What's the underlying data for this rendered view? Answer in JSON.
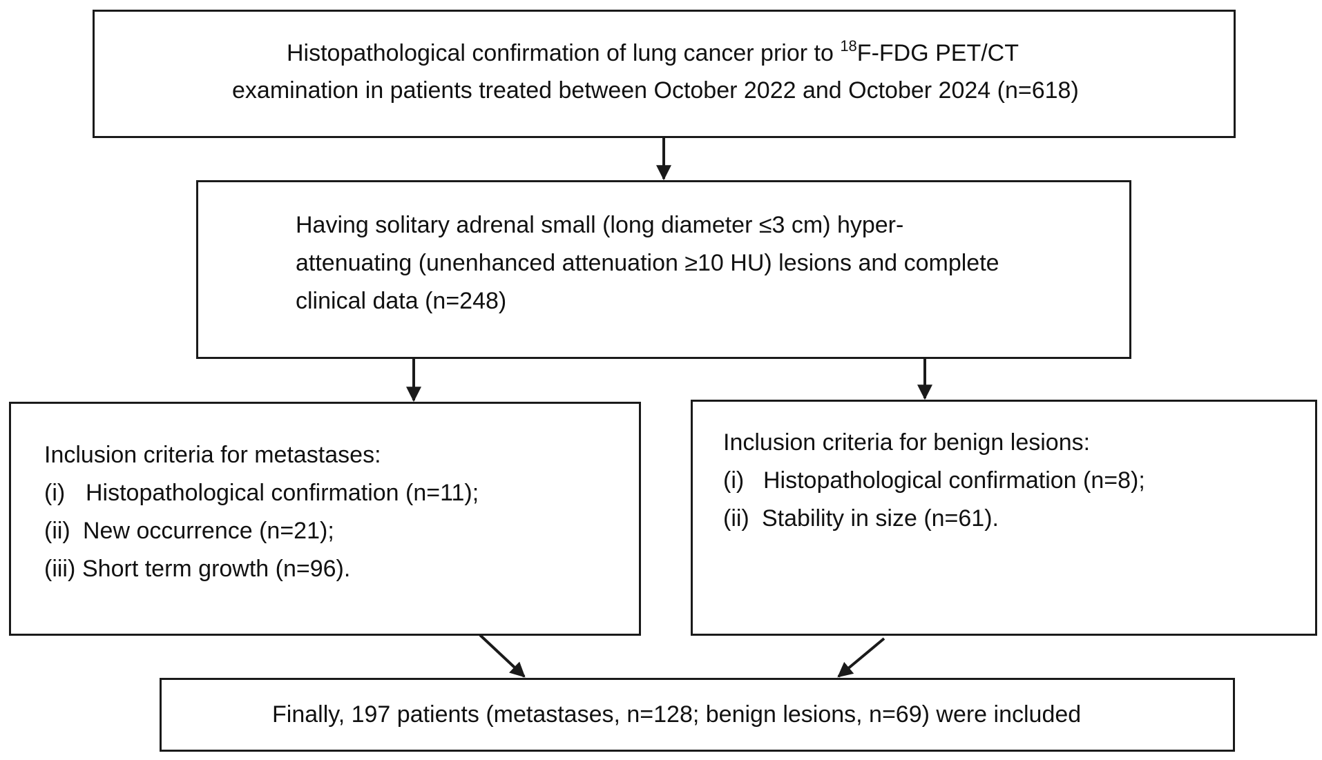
{
  "box1": {
    "line1_before_sup": "Histopathological confirmation of lung cancer prior to ",
    "line1_sup": "18",
    "line1_after_sup": "F-FDG PET/CT",
    "line2": "examination in patients treated between October 2022 and October 2024 (n=618)"
  },
  "box2": {
    "lines": [
      "Having solitary adrenal small (long diameter ≤3 cm) hyper-",
      "attenuating (unenhanced attenuation ≥10 HU) lesions and complete",
      "clinical data (n=248)"
    ]
  },
  "box_metastases": {
    "title": "Inclusion criteria for metastases:",
    "items": [
      {
        "marker": "(i)",
        "text": "Histopathological confirmation (n=11);"
      },
      {
        "marker": "(ii)",
        "text": "New occurrence (n=21);"
      },
      {
        "marker": "(iii)",
        "text": "Short term growth (n=96)."
      }
    ]
  },
  "box_benign": {
    "title": "Inclusion criteria for benign lesions:",
    "items": [
      {
        "marker": "(i)",
        "text": "Histopathological confirmation (n=8);"
      },
      {
        "marker": "(ii)",
        "text": "Stability in size (n=61)."
      }
    ]
  },
  "box_final": {
    "text": "Finally, 197 patients (metastases, n=128; benign lesions, n=69) were included"
  },
  "colors": {
    "stroke": "#1a1a1a",
    "text": "#111111",
    "background": "#ffffff"
  }
}
